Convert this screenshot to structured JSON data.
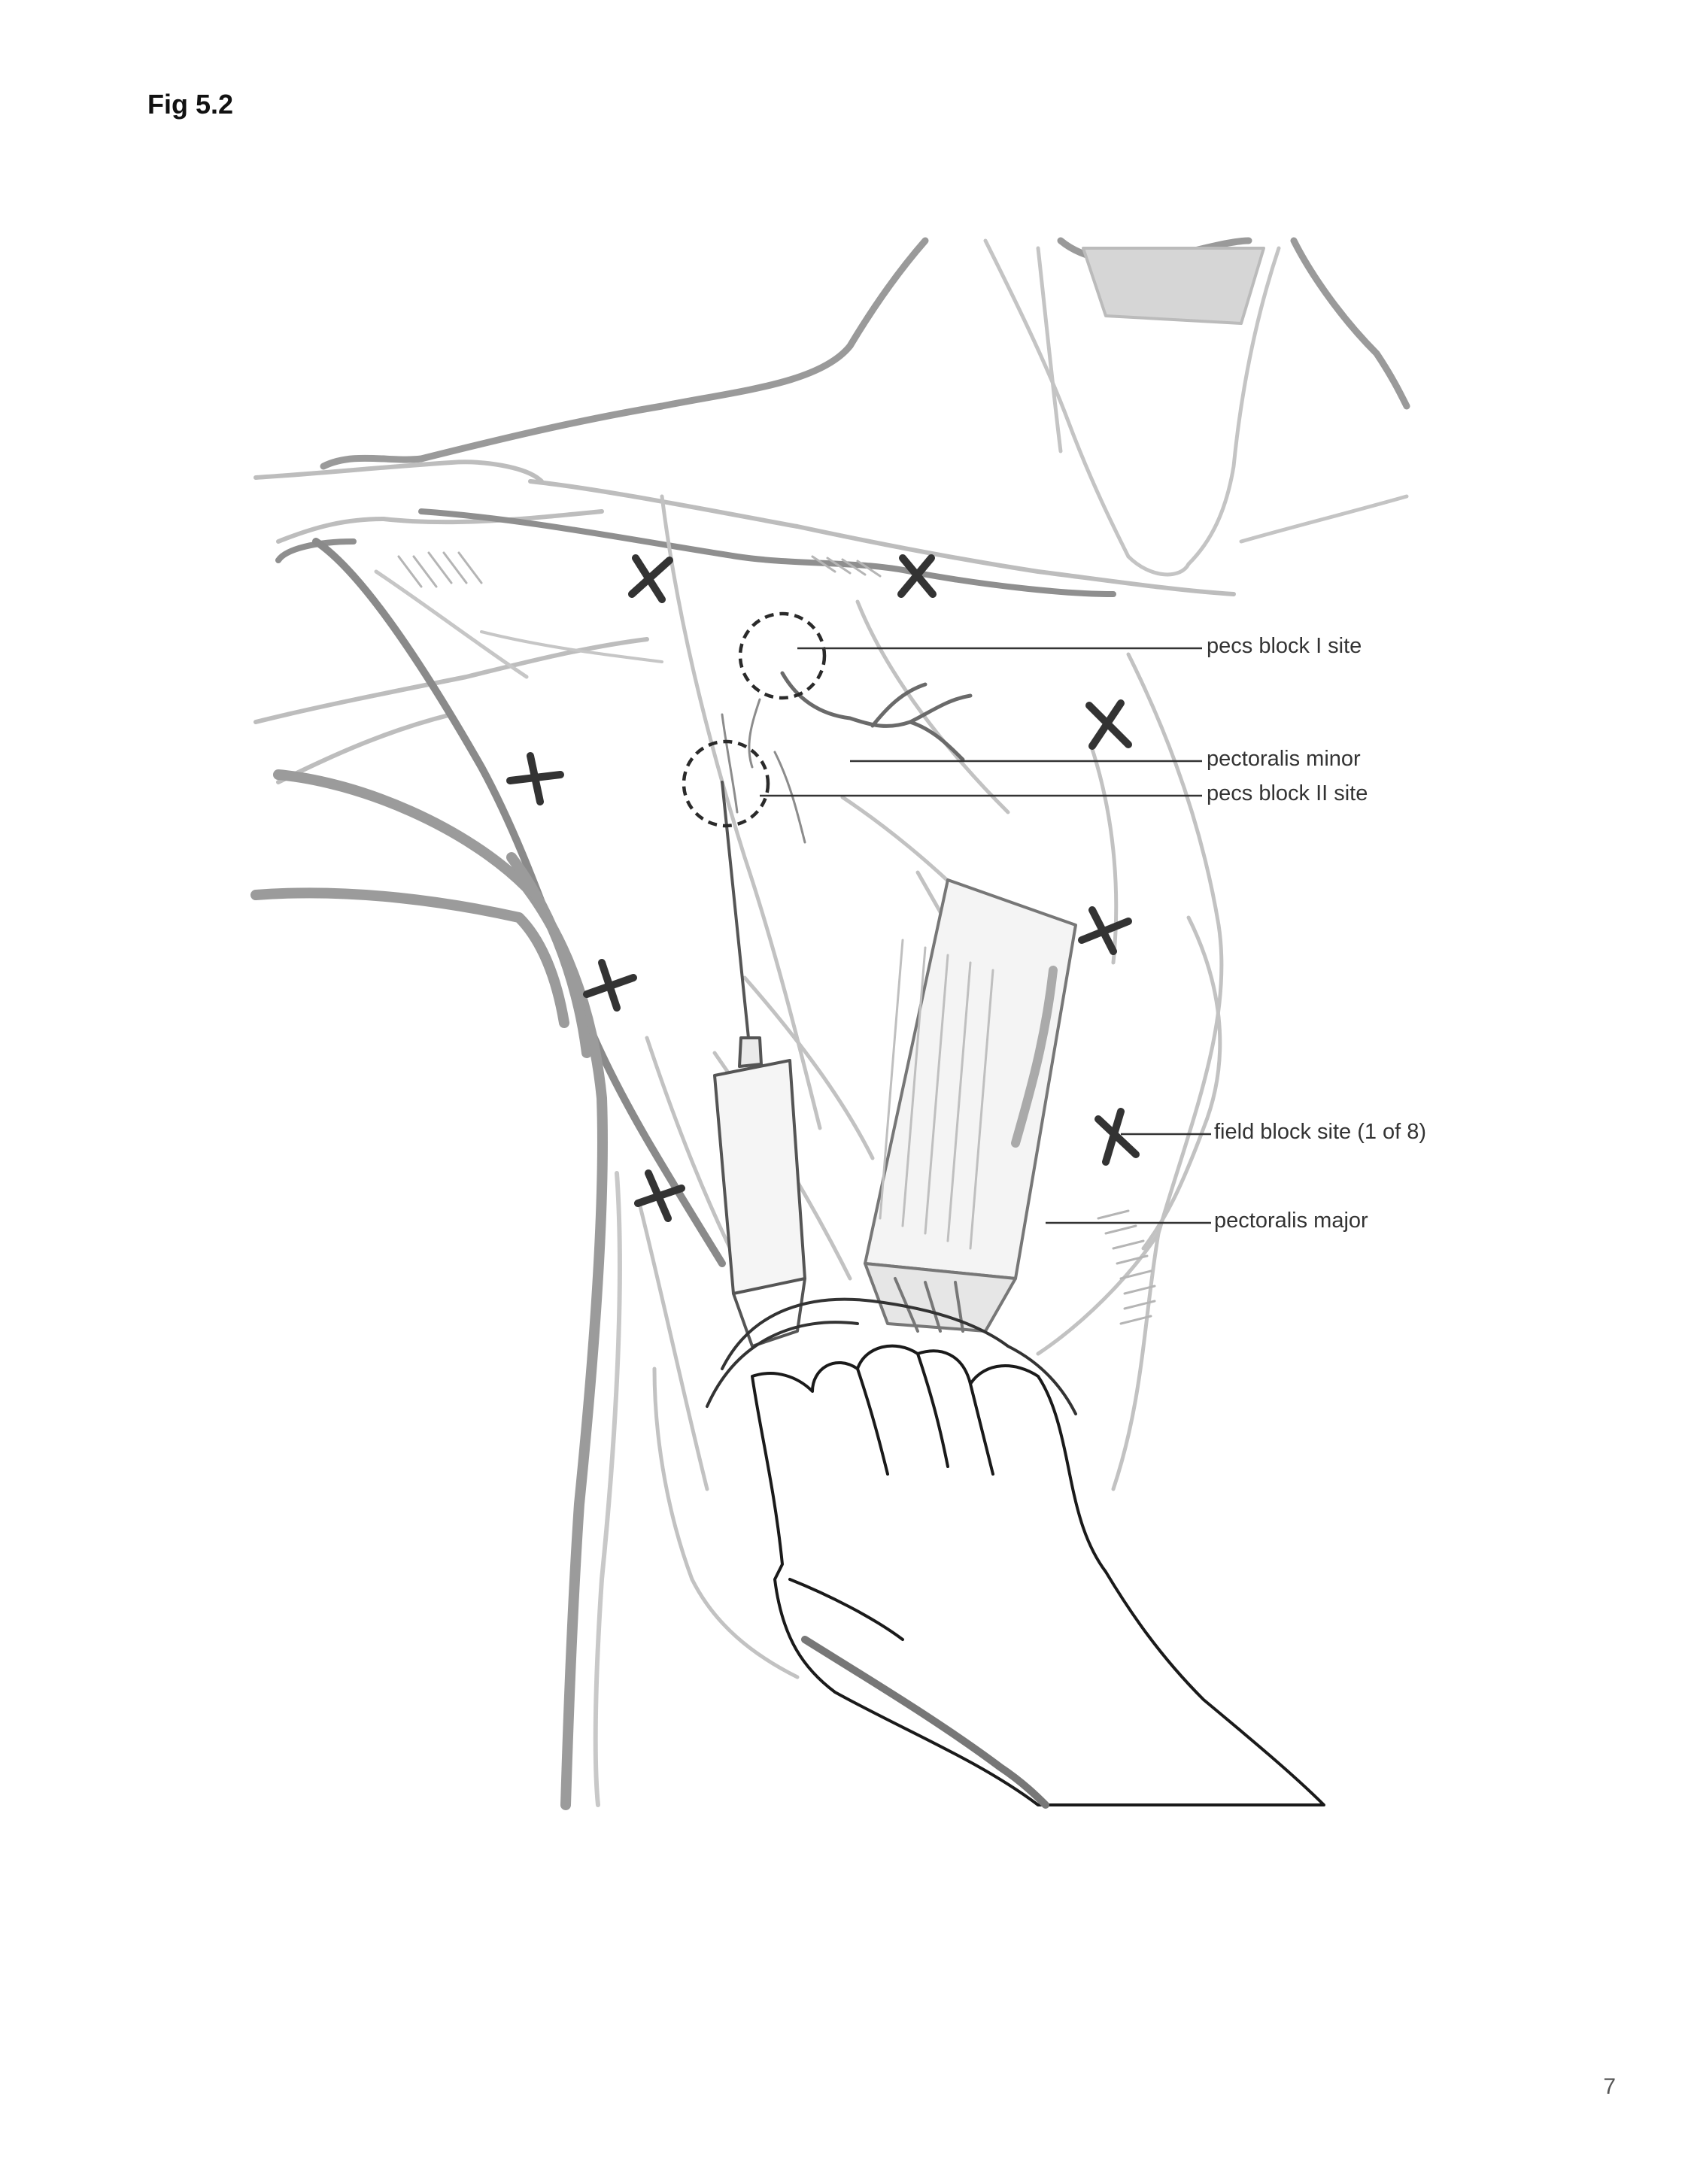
{
  "figure": {
    "title": "Fig 5.2",
    "labels": {
      "pecs_block_1_site": "pecs block I site",
      "pectoralis_minor": "pectoralis minor",
      "pecs_block_2_site": "pecs block II site",
      "field_block_site": "field block site (1 of 8)",
      "pectoralis_major": "pectoralis major"
    },
    "field_block_marker_count": 8,
    "pecs_block_marker_count": 2
  },
  "page": {
    "number": "7"
  },
  "colors": {
    "outline_dark": "#8a8a8a",
    "outline_light": "#c8c8c8",
    "marker": "#333333",
    "label_text": "#333333",
    "hand_ink": "#1a1a1a"
  },
  "icons": {
    "field_block_marker": "x-mark-icon",
    "pecs_block_marker": "dashed-circle-icon"
  }
}
